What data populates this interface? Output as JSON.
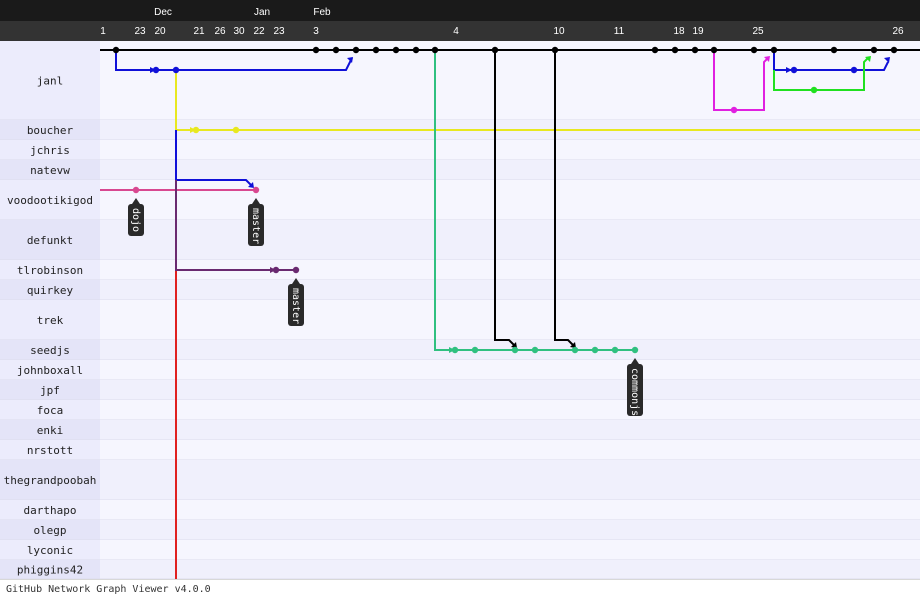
{
  "months": [
    "Dec",
    "Jan",
    "Feb"
  ],
  "days": [
    "1",
    "23",
    "20",
    "21",
    "26",
    "30",
    "22",
    "23",
    "3",
    "4",
    "10",
    "11",
    "18",
    "19",
    "25",
    "26"
  ],
  "users": [
    "janl",
    "boucher",
    "jchris",
    "natevw",
    "voodootikigod",
    "defunkt",
    "tlrobinson",
    "quirkey",
    "trek",
    "seedjs",
    "johnboxall",
    "jpf",
    "foca",
    "enki",
    "nrstott",
    "thegrandpoobah",
    "darthapo",
    "olegp",
    "lyconic",
    "phiggins42"
  ],
  "branch_labels": [
    "dojo",
    "master",
    "master",
    "commonjs"
  ],
  "colors": {
    "master": "#000000",
    "janl_blue": "#1010d8",
    "janl_magenta": "#e020e0",
    "janl_green": "#20e020",
    "boucher": "#e8e820",
    "voodoo": "#d84890",
    "tlrobinson": "#6a2a70",
    "seedjs": "#30c080",
    "root": "#e02020"
  },
  "footer": "GitHub Network Graph Viewer v4.0.0"
}
